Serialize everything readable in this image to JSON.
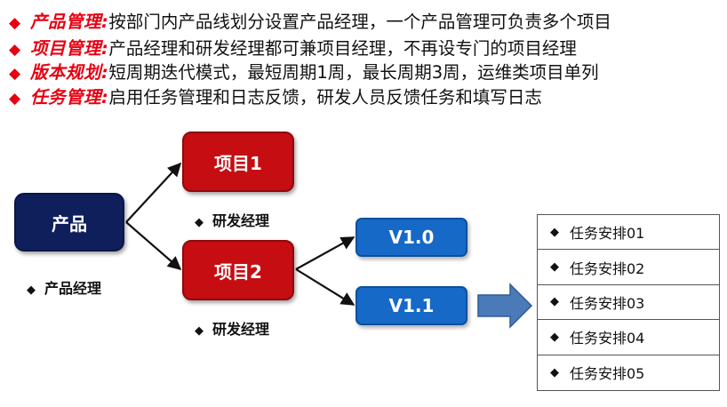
{
  "bullets": [
    {
      "term": "产品管理:",
      "desc": "按部门内产品线划分设置产品经理，一个产品管理可负责多个项目"
    },
    {
      "term": "项目管理:",
      "desc": "产品经理和研发经理都可兼项目经理，不再设专门的项目经理"
    },
    {
      "term": "版本规划:",
      "desc": "短周期迭代模式，最短周期1周，最长周期3周，运维类项目单列"
    },
    {
      "term": "任务管理:",
      "desc": "启用任务管理和日志反馈，研发人员反馈任务和填写日志"
    }
  ],
  "bullet_symbol": "◆",
  "diagram": {
    "product": {
      "label": "产品",
      "role": "产品经理"
    },
    "projects": [
      {
        "label": "项目1",
        "role": "研发经理"
      },
      {
        "label": "项目2",
        "role": "研发经理"
      }
    ],
    "versions": [
      {
        "label": "V1.0"
      },
      {
        "label": "V1.1"
      }
    ],
    "tasks": [
      "任务安排01",
      "任务安排02",
      "任务安排03",
      "任务安排04",
      "任务安排05"
    ]
  },
  "colors": {
    "accent_red": "#e60012",
    "product_fill": "#0e1f5c",
    "project_fill": "#c50d12",
    "version_fill": "#1669c6",
    "arrow_fill": "#4a7ab8"
  }
}
